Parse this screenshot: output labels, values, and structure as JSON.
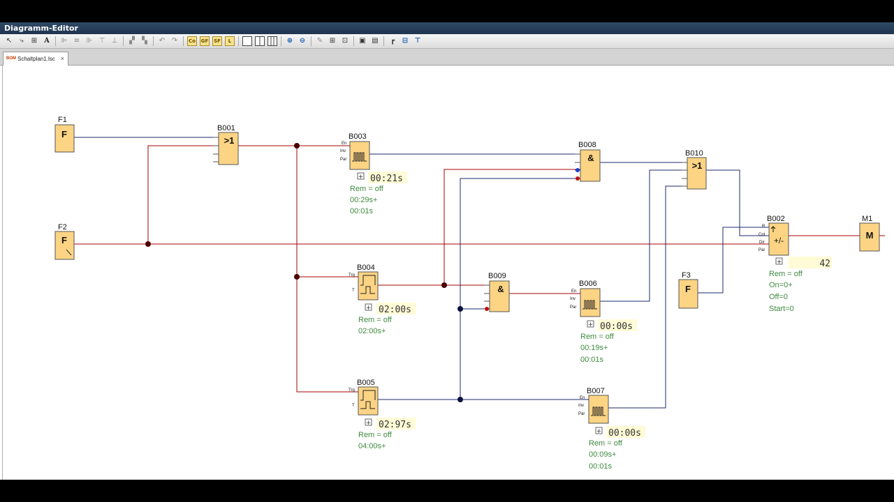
{
  "window": {
    "title": "Diagramm-Editor"
  },
  "toolbar": {
    "buttons": [
      "select",
      "connect",
      "numeric",
      "text",
      "align-left",
      "align-center",
      "align-right",
      "align-top",
      "align-middle",
      "group",
      "ungroup",
      "undo",
      "redo",
      "Co",
      "GF",
      "SF",
      "L",
      "view-1",
      "view-2",
      "view-3",
      "zoom-in",
      "zoom-out",
      "pen",
      "toggle-1",
      "toggle-2",
      "toggle-3",
      "toggle-4",
      "split-1",
      "split-2",
      "split-3"
    ],
    "box_labels": {
      "co": "Co",
      "gf": "GF",
      "sf": "SF",
      "l": "L"
    }
  },
  "tab": {
    "label": "Schaltplan1.lsc",
    "icon": "circuit-diagram-icon"
  },
  "diagram": {
    "blocks": {
      "F1": {
        "name": "F1",
        "symbol": "F"
      },
      "F2": {
        "name": "F2",
        "symbol": "F"
      },
      "F3": {
        "name": "F3",
        "symbol": "F"
      },
      "M1": {
        "name": "M1",
        "symbol": "M"
      },
      "B001": {
        "name": "B001",
        "symbol": ">1"
      },
      "B003": {
        "name": "B003",
        "pins": [
          "En",
          "Inv",
          "Par"
        ],
        "value": "00:21s",
        "params": [
          "Rem = off",
          "00:29s+",
          "00:01s"
        ]
      },
      "B004": {
        "name": "B004",
        "pins": [
          "Trg",
          "T"
        ],
        "value": "02:00s",
        "params": [
          "Rem = off",
          "02:00s+"
        ]
      },
      "B005": {
        "name": "B005",
        "pins": [
          "Trg",
          "T"
        ],
        "value": "02:97s",
        "params": [
          "Rem = off",
          "04:00s+"
        ]
      },
      "B006": {
        "name": "B006",
        "pins": [
          "En",
          "Inv",
          "Par"
        ],
        "value": "00:00s",
        "params": [
          "Rem = off",
          "00:19s+",
          "00:01s"
        ]
      },
      "B007": {
        "name": "B007",
        "pins": [
          "En",
          "Inv",
          "Par"
        ],
        "value": "00:00s",
        "params": [
          "Rem = off",
          "00:09s+",
          "00:01s"
        ]
      },
      "B008": {
        "name": "B008",
        "symbol": "&"
      },
      "B009": {
        "name": "B009",
        "symbol": "&"
      },
      "B010": {
        "name": "B010",
        "symbol": ">1"
      },
      "B002": {
        "name": "B002",
        "pins": [
          "R",
          "Cnt",
          "Dir",
          "Par"
        ],
        "symbol": "+/-",
        "value": "42",
        "params": [
          "Rem = off",
          "On=0+",
          "Off=0",
          "Start=0"
        ]
      }
    },
    "colors": {
      "block_fill": "#fcd484",
      "wire_active": "#a80000",
      "wire_inactive": "#1b2a6b",
      "param_text": "#3e8a3e"
    }
  }
}
